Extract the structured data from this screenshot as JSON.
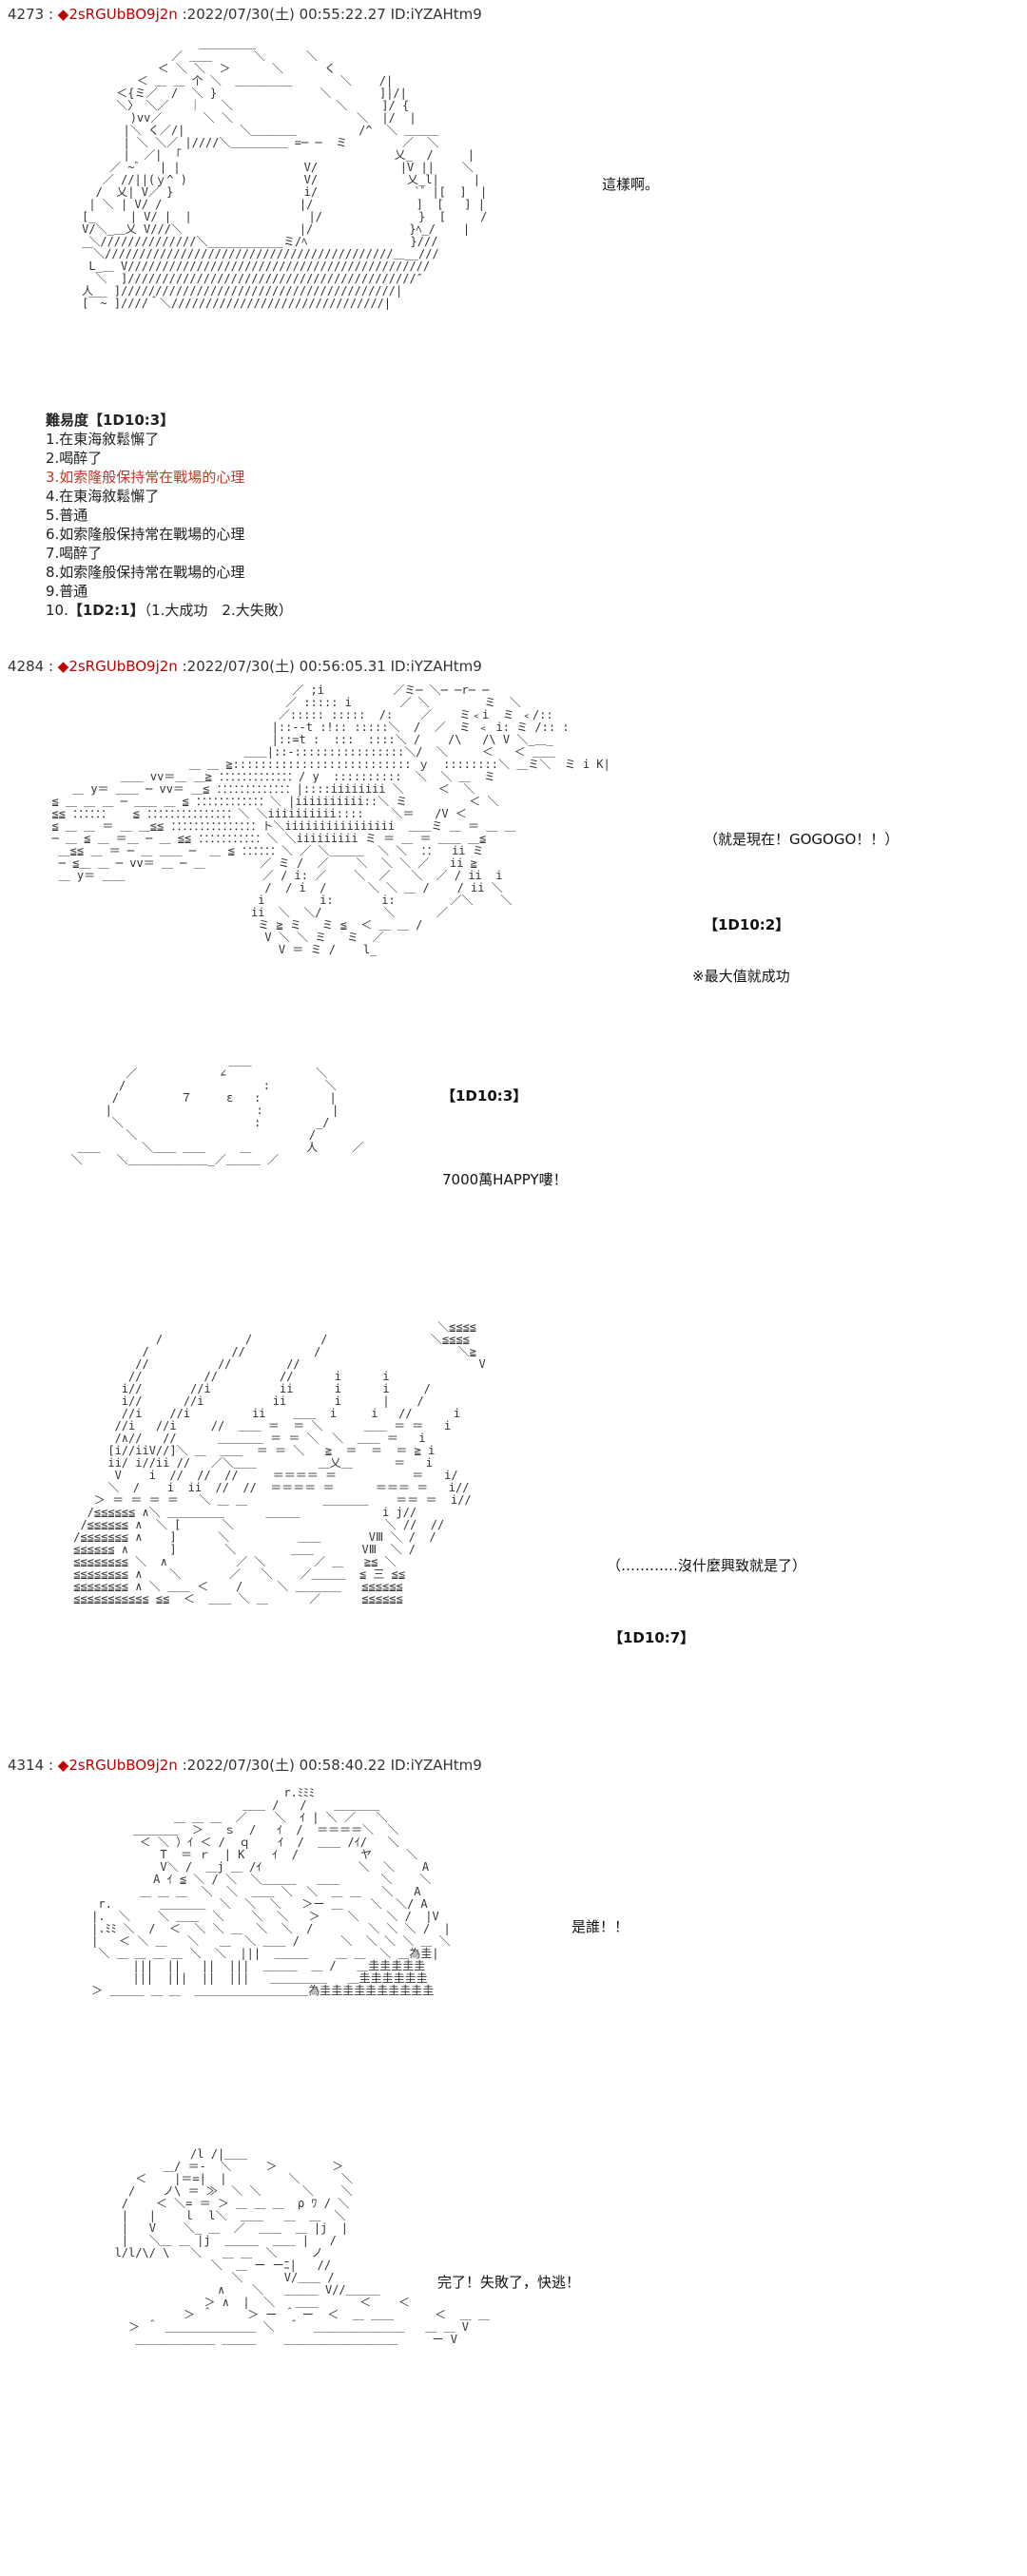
{
  "posts": [
    {
      "number": "4273 :",
      "trip": "◆2sRGUbBO9j2n",
      "meta": ":2022/07/30(土) 00:55:22.27 ID:iYZAHtm9",
      "speech": "這樣啊。",
      "list_title": "難易度【1D10:3】",
      "list": [
        "1.在東海敘鬆懈了",
        "2.喝醉了",
        "3.如索隆般保持常在戰場的心理",
        "4.在東海敘鬆懈了",
        "5.普通",
        "6.如索隆般保持常在戰場的心理",
        "7.喝醉了",
        "8.如索隆般保持常在戰場的心理",
        "9.普通"
      ],
      "list_last_prefix": "10.",
      "list_last_roll": "【1D2:1】",
      "list_last_suffix": "（1.大成功　2.大失敗）"
    },
    {
      "number": "4284 :",
      "trip": "◆2sRGUbBO9j2n",
      "meta": ":2022/07/30(土) 00:56:05.31 ID:iYZAHtm9",
      "speech_1": "（就是現在！GOGOGO！！）",
      "roll_1": "【1D10:2】",
      "note_1": "※最大值就成功",
      "roll_2": "【1D10:3】",
      "speech_2": "7000萬HAPPY嘍！",
      "speech_3": "（…………沒什麼興致就是了）",
      "roll_3": "【1D10:7】"
    },
    {
      "number": "4314 :",
      "trip": "◆2sRGUbBO9j2n",
      "meta": ":2022/07/30(土) 00:58:40.22 ID:iYZAHtm9",
      "speech_1": "是誰！！",
      "speech_2": "完了！失敗了，快逃！"
    }
  ]
}
